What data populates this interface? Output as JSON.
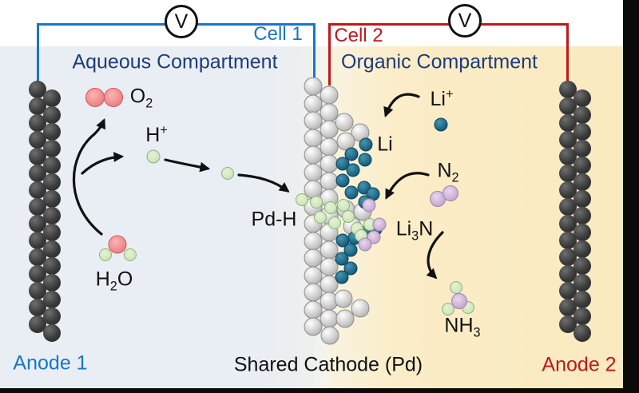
{
  "figure": {
    "voltmeter_label": "V",
    "cell1": {
      "label": "Cell 1",
      "color": "#1b75c5",
      "compartment_label": "Aqueous Compartment",
      "anode_label": "Anode 1"
    },
    "cell2": {
      "label": "Cell 2",
      "color": "#c0181c",
      "compartment_label": "Organic Compartment",
      "anode_label": "Anode 2"
    },
    "compartment_label_color": "#1e3c78",
    "shared_cathode_label": "Shared Cathode (Pd)",
    "background_colors": {
      "aqueous": "#e9eef5",
      "organic": "#fbedc8",
      "frame": "#0a0a0a"
    },
    "species": {
      "o2": [
        {
          "t": "O"
        },
        {
          "t": "2",
          "v": "sub"
        }
      ],
      "h_plus": [
        {
          "t": "H"
        },
        {
          "t": "+",
          "v": "sup"
        }
      ],
      "h2o": [
        {
          "t": "H"
        },
        {
          "t": "2",
          "v": "sub"
        },
        {
          "t": "O"
        }
      ],
      "pd_h": [
        {
          "t": "Pd-H"
        }
      ],
      "li_plus": [
        {
          "t": "Li"
        },
        {
          "t": "+",
          "v": "sup"
        }
      ],
      "li": [
        {
          "t": "Li"
        }
      ],
      "n2": [
        {
          "t": "N"
        },
        {
          "t": "2",
          "v": "sub"
        }
      ],
      "li3n": [
        {
          "t": "Li"
        },
        {
          "t": "3",
          "v": "sub"
        },
        {
          "t": "N"
        }
      ],
      "nh3": [
        {
          "t": "NH"
        },
        {
          "t": "3",
          "v": "sub"
        }
      ]
    },
    "atom_colors": {
      "electrode_carbon": "#3a3a3a",
      "palladium": "#c6c6c6",
      "hydrogen": "#cde4ba",
      "lithium": "#176079",
      "nitrogen": "#c9abd3",
      "oxygen": "#ef8787"
    }
  }
}
